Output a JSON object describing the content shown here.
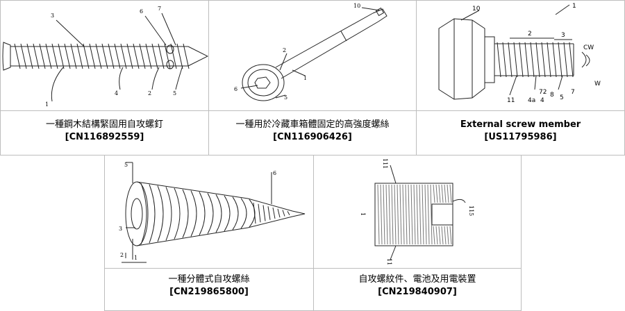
{
  "patents": [
    {
      "title": "一種鋼木結構緊固用自攻螺釘",
      "number": "[CN116892559]",
      "labels": [
        "3",
        "6",
        "7",
        "1",
        "4",
        "2",
        "5"
      ]
    },
    {
      "title": "一種用於冷藏車箱體固定的高強度螺絲",
      "number": "[CN116906426]",
      "labels": [
        "10",
        "2",
        "1",
        "6",
        "5"
      ]
    },
    {
      "title": "External screw member",
      "number": "[US11795986]",
      "labels": [
        "10",
        "1",
        "2",
        "3",
        "CW",
        "W",
        "11",
        "4a",
        "72",
        "8",
        "4",
        "5",
        "7"
      ]
    },
    {
      "title": "一種分體式自攻螺絲",
      "number": "[CN219865800]",
      "labels": [
        "5",
        "6",
        "3",
        "2",
        "1"
      ]
    },
    {
      "title": "自攻螺紋件、電池及用電裝置",
      "number": "[CN219840907]",
      "labels": [
        "111",
        "1",
        "115",
        "11"
      ]
    }
  ]
}
